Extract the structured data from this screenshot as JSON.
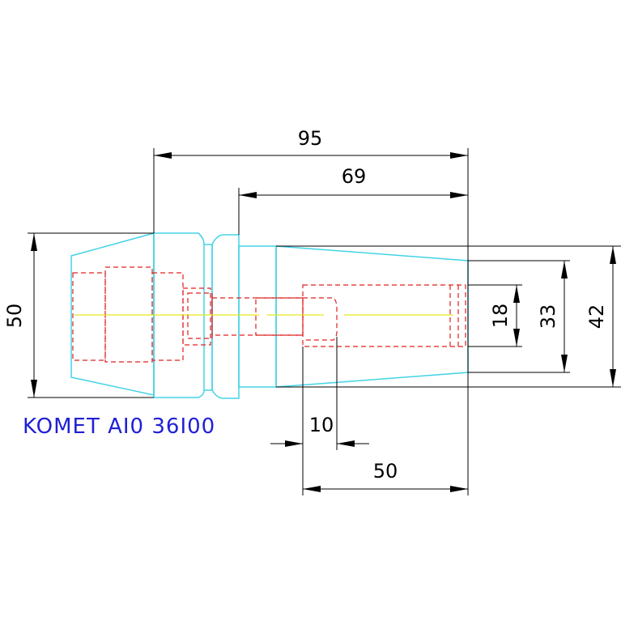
{
  "dimensions": {
    "overall_length": "95",
    "taper_length": "69",
    "flange_diameter": "50",
    "small_bore_diameter": "18",
    "mid_diameter": "33",
    "taper_end_diameter": "42",
    "step_length": "10",
    "bore_depth": "50"
  },
  "caption": "KOMET AI0 36I00",
  "colors": {
    "outline": "#43d3e5",
    "hidden_lines": "#e02020",
    "centerline": "#e6e61e",
    "dimensions": "#000000",
    "caption": "#1f1fd6"
  }
}
